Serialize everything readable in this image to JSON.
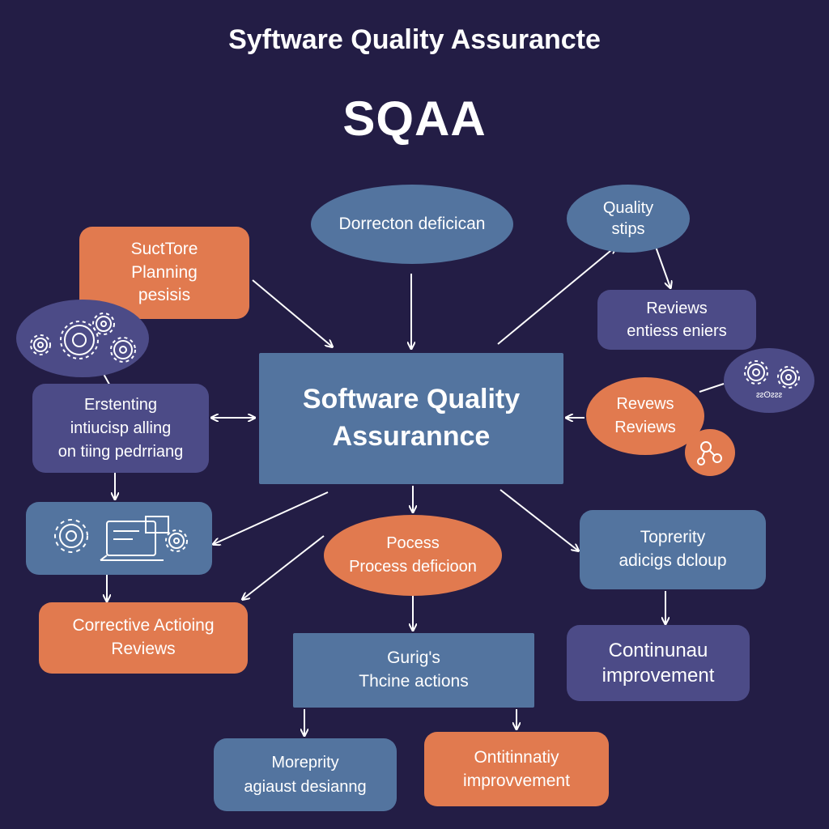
{
  "header": {
    "title": "Syftware Quality Assurancte",
    "abbreviation": "SQAA"
  },
  "nodes": {
    "center": {
      "line1": "Software Quality",
      "line2": "Assurannce"
    },
    "top_ellipse": {
      "line1": "Dorrecton deficican"
    },
    "quality_steps": {
      "line1": "Quality",
      "line2": "stips"
    },
    "structure_planning": {
      "line1": "SuctTore",
      "line2": "Planning",
      "line3": "pesisis"
    },
    "reviews_entries": {
      "line1": "Reviews",
      "line2": "entiess eniers"
    },
    "reviews_ellipse": {
      "line1": "Revews",
      "line2": "Reviews"
    },
    "existing_box": {
      "line1": "Erstenting",
      "line2": "intiucisp alling",
      "line3": "on tiing pedrriang"
    },
    "corrective_actions": {
      "line1": "Corrective Actioing",
      "line2": "Reviews"
    },
    "process_ellipse": {
      "line1": "Pocess",
      "line2": "Process deficioon"
    },
    "priority_box": {
      "line1": "Toprerity",
      "line2": "adicigs dcloup"
    },
    "continuous_improvement_right": {
      "line1": "Continunau",
      "line2": "improvement"
    },
    "guidelines_box": {
      "line1": "Gurig's",
      "line2": "Thcine actions"
    },
    "moreprity_box": {
      "line1": "Moreprity",
      "line2": "agiaust desianng"
    },
    "continuity_bottom": {
      "line1": "Ontitinnatiy",
      "line2": "improvvement"
    },
    "icon_caption": "ᴤᴤʘᴤᴤᴤ"
  },
  "icons": [
    "gear-icon",
    "computer-screen-icon",
    "network-icon"
  ],
  "colors": {
    "background": "#231d45",
    "blue": "#53749f",
    "purple": "#4c4b87",
    "orange": "#e17a4f",
    "text": "#ffffff"
  }
}
